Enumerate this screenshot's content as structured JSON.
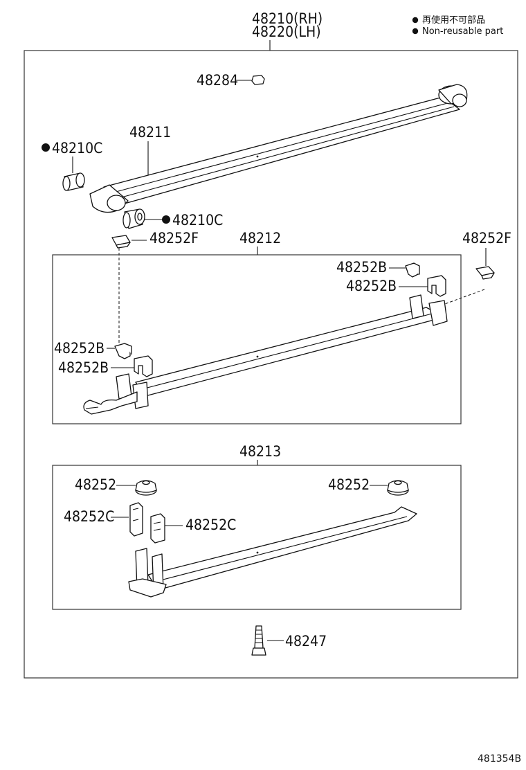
{
  "header": {
    "part_rh": "48210(RH)",
    "part_lh": "48220(LH)"
  },
  "legend": {
    "line1": "再使用不可部品",
    "line2": "Non-reusable part"
  },
  "labels": {
    "p48284": "48284",
    "p48211": "48211",
    "p48210c_a": "48210C",
    "p48210c_b": "48210C",
    "p48252f_a": "48252F",
    "p48212": "48212",
    "p48252f_b": "48252F",
    "p48252b_1": "48252B",
    "p48252b_2": "48252B",
    "p48252b_3": "48252B",
    "p48252b_4": "48252B",
    "p48213": "48213",
    "p48252_a": "48252",
    "p48252_b": "48252",
    "p48252c_a": "48252C",
    "p48252c_b": "48252C",
    "p48247": "48247"
  },
  "footer": {
    "drawing_id": "481354B"
  }
}
